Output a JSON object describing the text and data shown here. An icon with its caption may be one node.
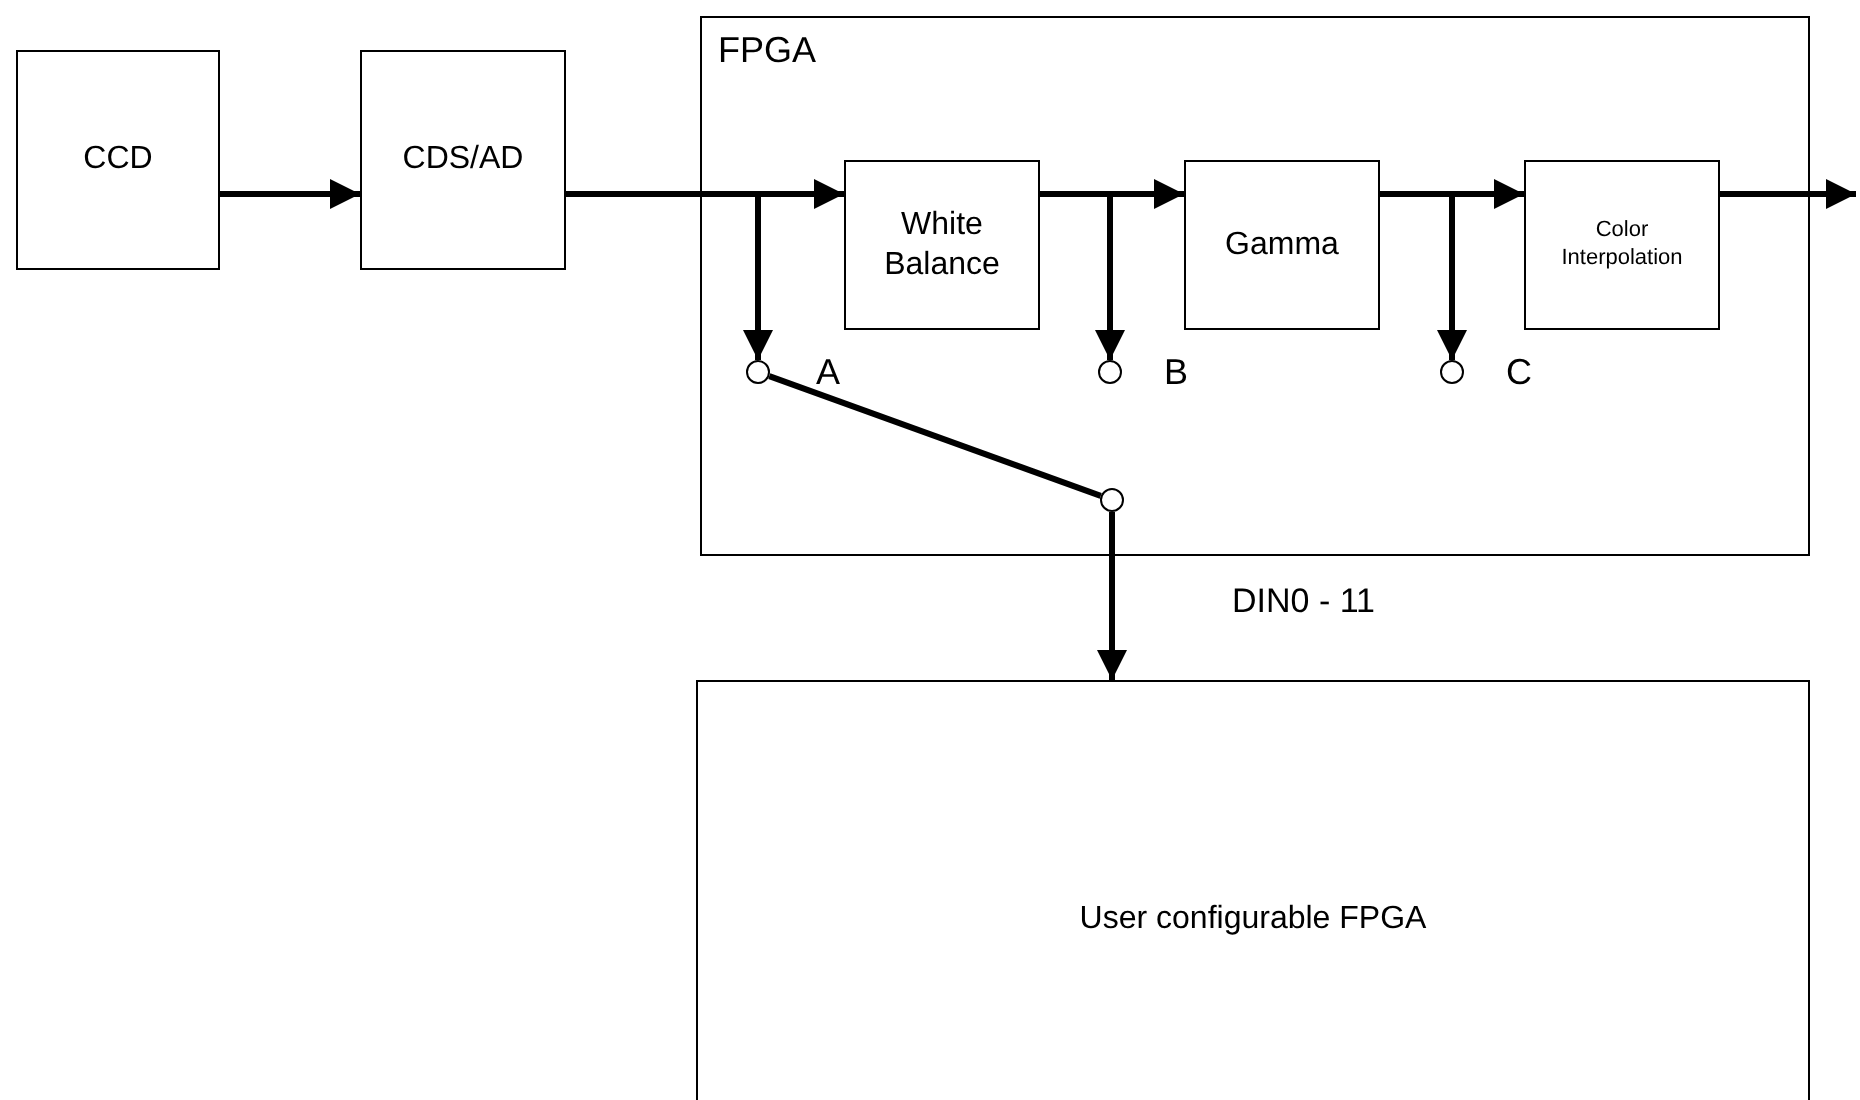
{
  "diagram": {
    "nodes": [
      {
        "text": [
          "CCD"
        ]
      },
      {
        "text": [
          "CDS/AD"
        ]
      },
      {
        "text": [
          "FPGA"
        ]
      },
      {
        "text": [
          "White Balance"
        ],
        "in": 2
      },
      {
        "text": [
          "Gamma"
        ],
        "in": 2
      },
      {
        "text": [
          "Color Interpolation"
        ],
        "in": 2
      },
      {
        "text": [],
        "shape": "circle",
        "in": 2,
        "beside": [
          "A"
        ]
      },
      {
        "text": [],
        "shape": "circle",
        "in": 2,
        "beside": [
          "B"
        ]
      },
      {
        "text": [],
        "shape": "circle",
        "in": 2,
        "beside": [
          "C"
        ]
      },
      {
        "text": [],
        "shape": "circle",
        "in": 2
      },
      {
        "text": [
          "User configurable FPGA"
        ]
      }
    ],
    "edges": [
      {
        "from": 0,
        "to": 1,
        "arrow": "to"
      },
      {
        "from": 1,
        "to": 3,
        "arrow": "to"
      },
      {
        "from": 1,
        "to": 6,
        "arrow": "to"
      },
      {
        "from": 3,
        "to": 4,
        "arrow": "to"
      },
      {
        "from": 3,
        "to": 7,
        "arrow": "to"
      },
      {
        "from": 4,
        "to": 5,
        "arrow": "to"
      },
      {
        "from": 4,
        "to": 8,
        "arrow": "to"
      },
      {
        "from": 5,
        "to": null,
        "arrow": "to"
      },
      {
        "from": 6,
        "to": 9,
        "arrow": "none"
      },
      {
        "from": 9,
        "to": 10,
        "arrow": "to",
        "label": "DIN0 - 11"
      }
    ]
  }
}
